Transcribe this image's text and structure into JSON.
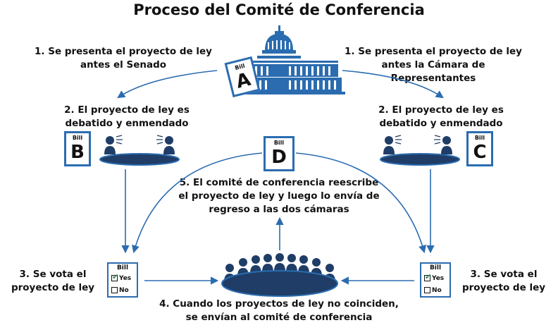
{
  "title": "Proceso del Comité de Conferencia",
  "steps": {
    "s1_left": [
      "1.  Se presenta el proyecto de ley",
      "antes el Senado"
    ],
    "s1_right": [
      "1.  Se presenta el proyecto de ley",
      "antes la Cámara de Representantes"
    ],
    "s2_left": [
      "2. El proyecto de ley es",
      "debatido y enmendado"
    ],
    "s2_right": [
      "2. El proyecto de ley es",
      "debatido y enmendado"
    ],
    "s3_left": [
      "3. Se vota el",
      "proyecto de ley"
    ],
    "s3_right": [
      "3. Se vota el",
      "proyecto de ley"
    ],
    "s4": [
      "4. Cuando los proyectos de ley no coinciden,",
      "se envían al comité de conferencia"
    ],
    "s5": [
      "5.   El comité de conferencia reescribe",
      "el proyecto de ley y luego lo envía de",
      "regreso a las dos cámaras"
    ]
  },
  "bills": {
    "label": "Bill",
    "a": "A",
    "b": "B",
    "c": "C",
    "d": "D"
  },
  "votes": {
    "label": "Bill",
    "yes": "Yes",
    "no": "No"
  },
  "colors": {
    "blue": "#2b6cb0",
    "navy": "#1f3d66",
    "accent_green": "#2e8b57"
  }
}
